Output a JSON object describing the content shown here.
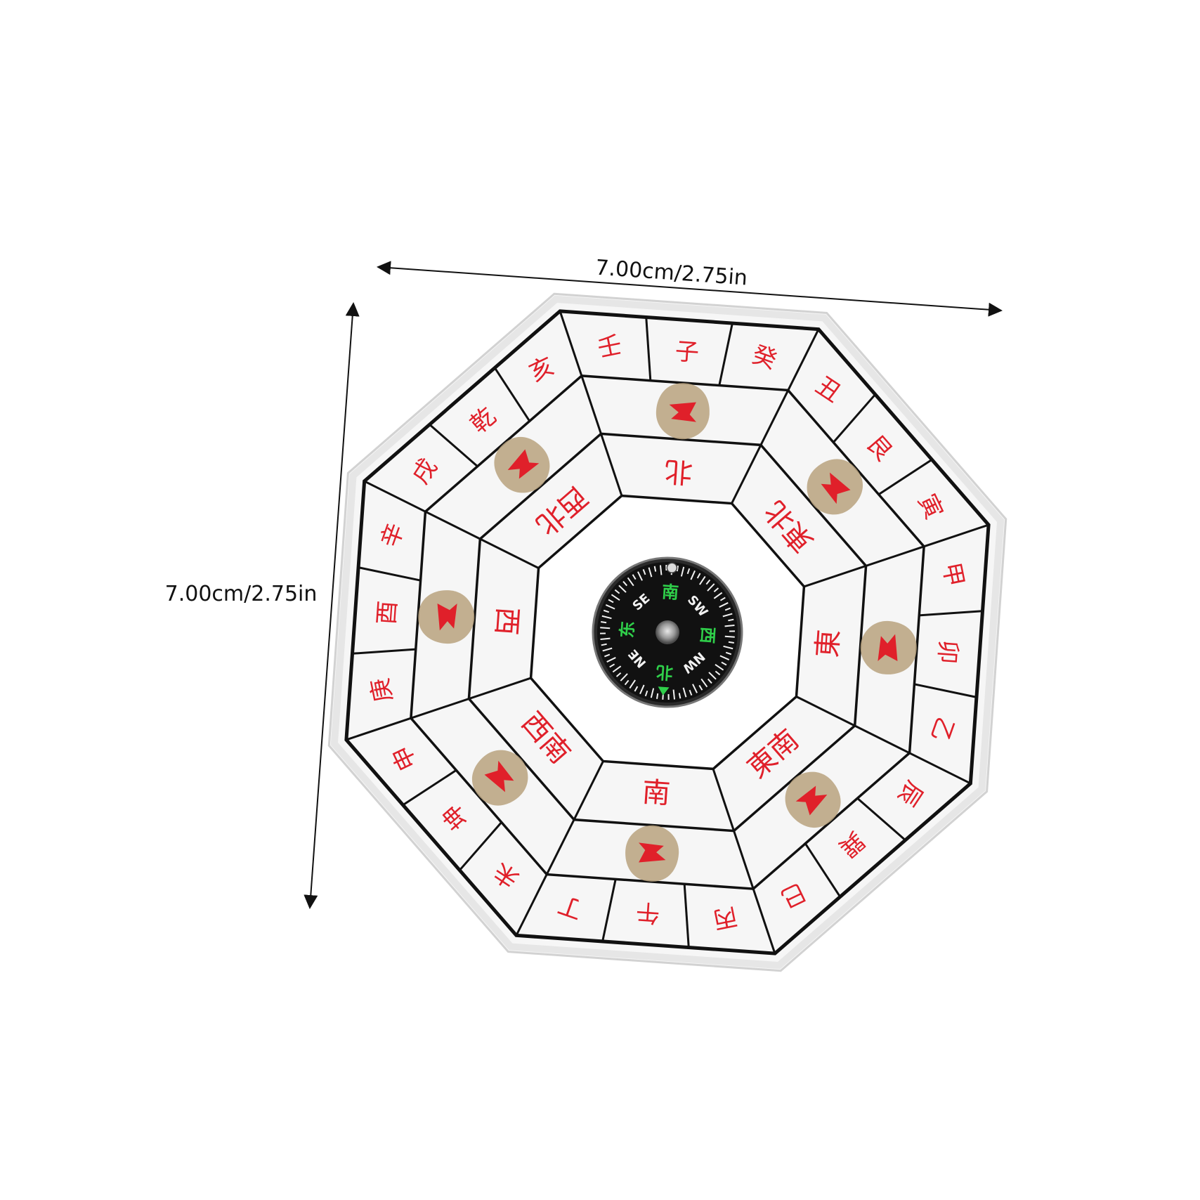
{
  "dimensions": {
    "width_label": "7.00cm/2.75in",
    "height_label": "7.00cm/2.75in"
  },
  "bagua": {
    "outer_ring": [
      "子",
      "癸",
      "丑",
      "艮",
      "寅",
      "甲",
      "卯",
      "乙",
      "辰",
      "巽",
      "巳",
      "丙",
      "午",
      "丁",
      "未",
      "坤",
      "申",
      "庚",
      "酉",
      "辛",
      "戌",
      "乾",
      "亥",
      "壬"
    ],
    "inner_ring": [
      "北",
      "東北",
      "東",
      "東南",
      "南",
      "西南",
      "西",
      "西北"
    ],
    "compass": {
      "labels": [
        "南",
        "SW",
        "西",
        "NW",
        "北",
        "NE",
        "东",
        "SE"
      ]
    }
  },
  "colors": {
    "red_text": "#e0202a",
    "trigram_tan": "#b9a27e",
    "frame_line": "#111111",
    "compass_face": "#111111",
    "compass_green": "#2fcf4a",
    "compass_white": "#f2f2f2"
  }
}
